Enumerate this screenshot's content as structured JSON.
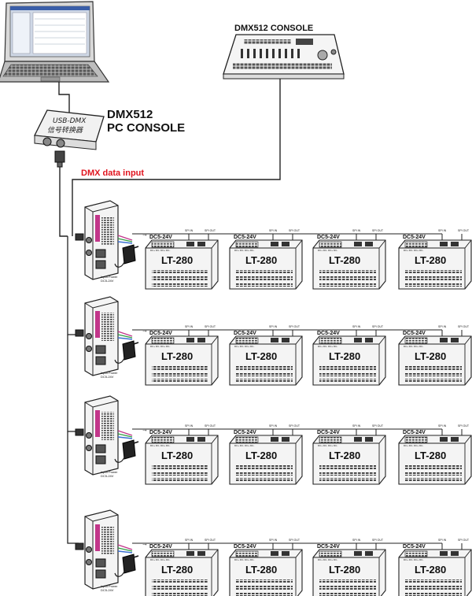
{
  "labels": {
    "console": "DMX512 CONSOLE",
    "pc_console_line1": "DMX512",
    "pc_console_line2": "PC CONSOLE",
    "dmx_input": "DMX data input",
    "usb_dmx": "USB-DMX",
    "usb_cn": "信号转换器"
  },
  "colors": {
    "accent_red": "#e0141e",
    "wire": "#222222",
    "device_fill": "#f4f4f4",
    "magenta": "#c2368a",
    "green": "#2f9e44",
    "blue": "#3b6fd1"
  },
  "amplifier": {
    "power_line1": "Input Power",
    "power_line2": "DC5-24V"
  },
  "controller": {
    "voltage": "DC5-24V",
    "model": "LT-280",
    "port_in": "SPI IN",
    "port_out": "SPI OUT",
    "pins": "DC+ DC- DC+ DC-"
  },
  "rows": [
    {
      "controllers": 4
    },
    {
      "controllers": 4
    },
    {
      "controllers": 4
    },
    {
      "controllers": 4
    }
  ]
}
